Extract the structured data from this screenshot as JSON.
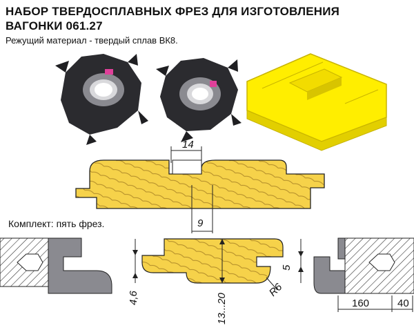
{
  "header": {
    "title_line1": "НАБОР ТВЕРДОСПЛАВНЫХ ФРЕЗ ДЛЯ ИЗГОТОВЛЕНИЯ",
    "title_line2": "ВАГОНКИ  061.27",
    "subtitle": "Режущий материал - твердый сплав ВК8."
  },
  "kit_label": "Комплект: пять фрез.",
  "dimensions": {
    "top_width": "14",
    "groove": "9",
    "left_height": "4,6",
    "range": "13...20",
    "radius": "R6",
    "right_height": "5",
    "width_160": "160",
    "width_40": "40"
  },
  "colors": {
    "wood": "#F6D24A",
    "grain": "#B08A28",
    "cutter": "#2B2B2F",
    "insert": "#8A8A90",
    "mark": "#E0409A",
    "profile": "#FFEE00",
    "profile_edge": "#C8B400"
  }
}
